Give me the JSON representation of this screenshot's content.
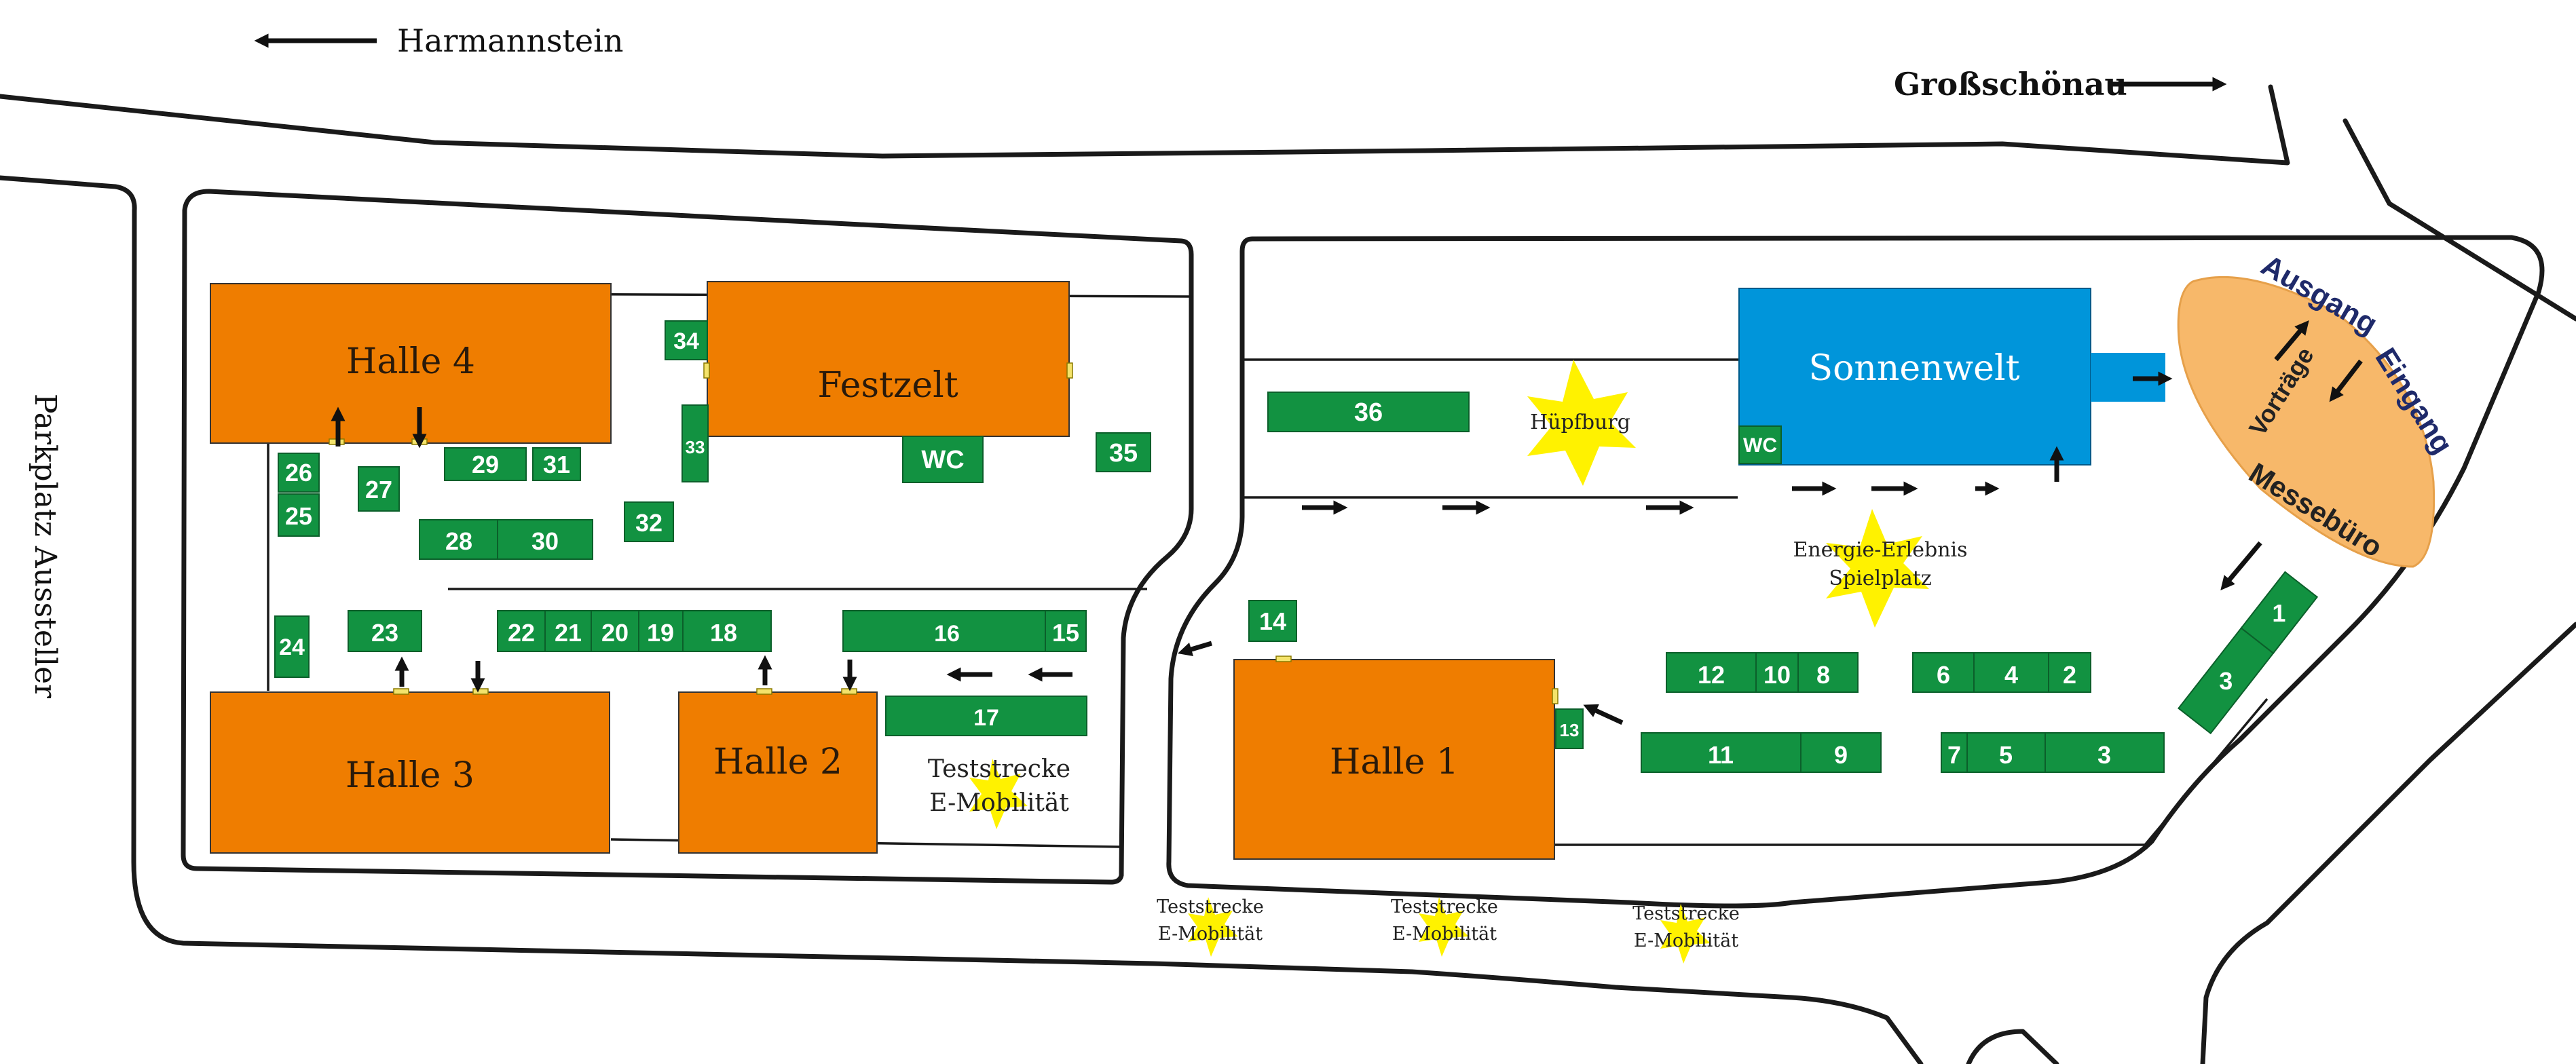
{
  "directions": {
    "left": "Harmannstein",
    "right": "Großschönau"
  },
  "parking_label": "Parkplatz Aussteller",
  "halls": {
    "halle4": "Halle 4",
    "festzelt": "Festzelt",
    "halle3": "Halle 3",
    "halle2": "Halle 2",
    "halle1": "Halle 1",
    "sonnenwelt": "Sonnenwelt"
  },
  "facilities": {
    "wc": "WC",
    "huepfburg": "Hüpfburg",
    "energie": "Energie-Erlebnis",
    "spielplatz": "Spielplatz",
    "teststrecke": "Teststrecke",
    "emobilitaet": "E-Mobilität"
  },
  "office": {
    "ausgang": "Ausgang",
    "eingang": "Eingang",
    "vortraege": "Vorträge",
    "messebuero": "Messebüro"
  },
  "stands": {
    "s1": "1",
    "s2": "2",
    "s3a": "3",
    "s3b": "3",
    "s4": "4",
    "s5": "5",
    "s6": "6",
    "s7": "7",
    "s8": "8",
    "s9": "9",
    "s10": "10",
    "s11": "11",
    "s12": "12",
    "s13": "13",
    "s14": "14",
    "s15": "15",
    "s16": "16",
    "s17": "17",
    "s18": "18",
    "s19": "19",
    "s20": "20",
    "s21": "21",
    "s22": "22",
    "s23": "23",
    "s24": "24",
    "s25": "25",
    "s26": "26",
    "s27": "27",
    "s28": "28",
    "s29": "29",
    "s30": "30",
    "s31": "31",
    "s32": "32",
    "s33": "33",
    "s34": "34",
    "s35": "35",
    "s36": "36"
  },
  "colors": {
    "hall": "#ef7d00",
    "stand": "#129241",
    "sonnenwelt": "#0095da",
    "messebuero": "#f7b86a",
    "star": "#fff200"
  }
}
